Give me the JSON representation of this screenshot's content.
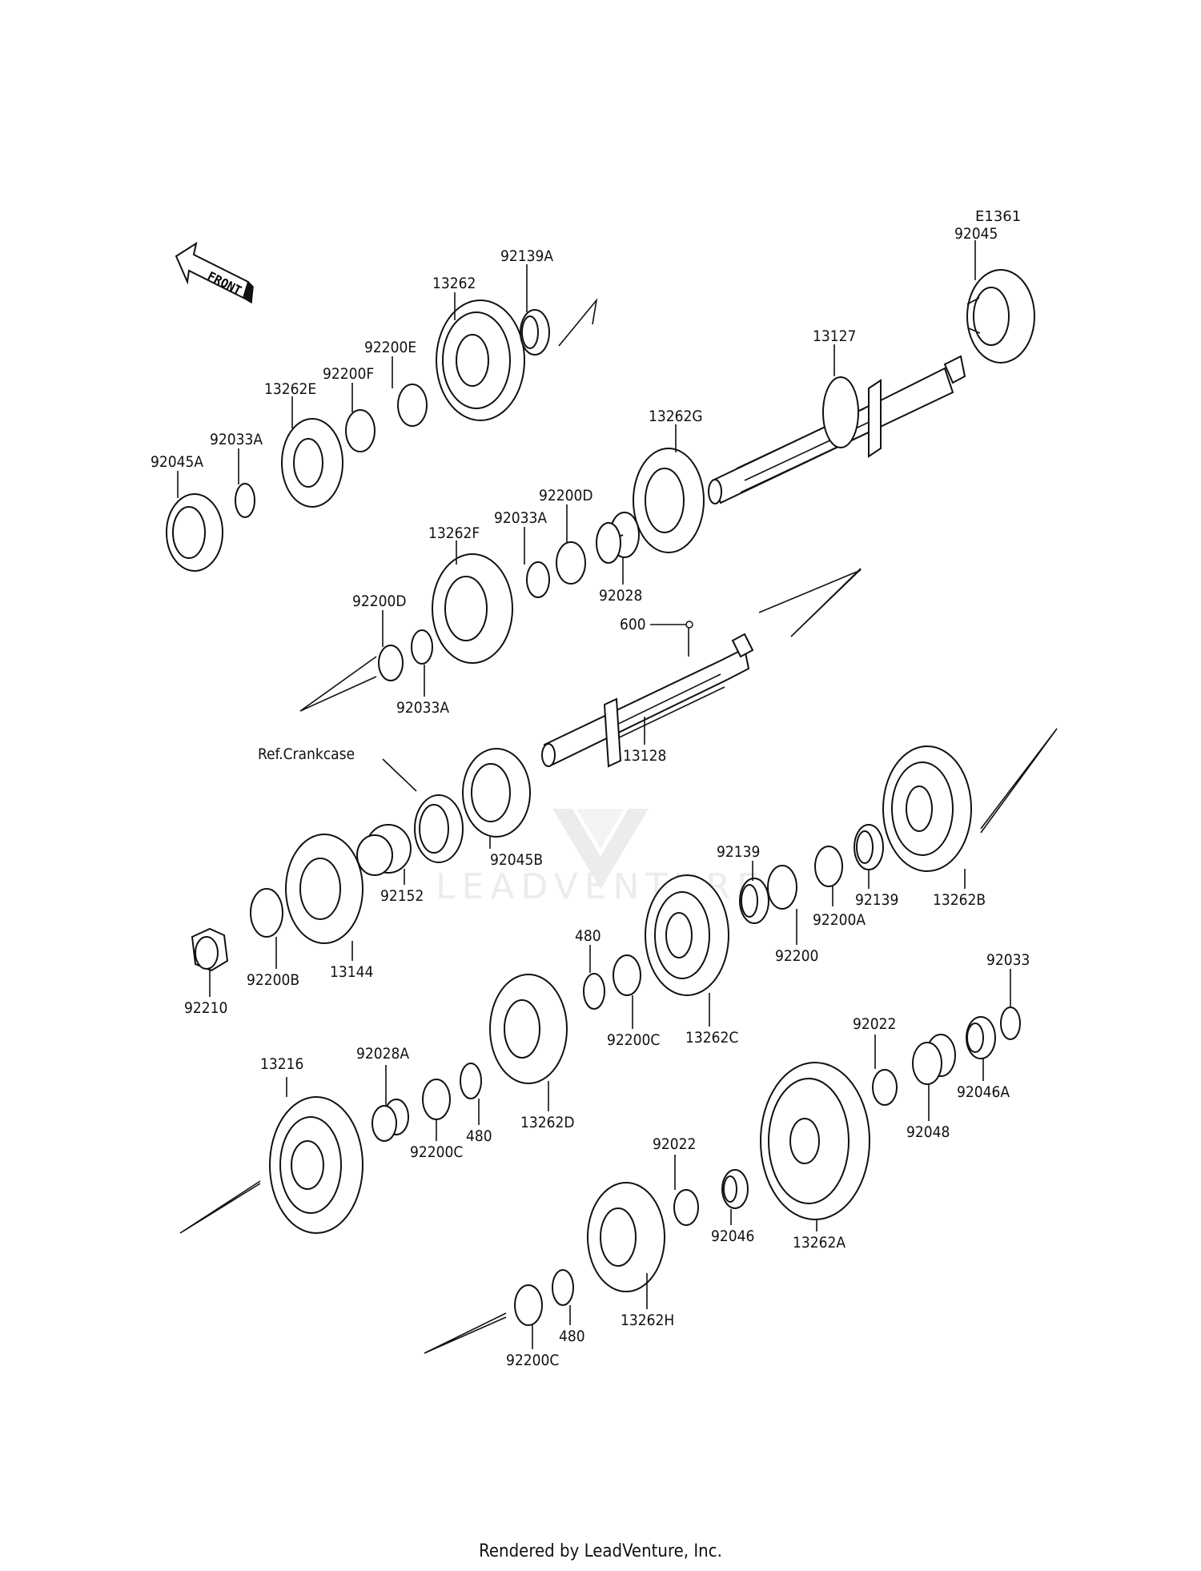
{
  "diagram": {
    "ref_code": "E1361",
    "front_label": "FRONT",
    "watermark": "LEADVENTURE",
    "footer": "Rendered by LeadVenture, Inc.",
    "ref_crankcase": "Ref.Crankcase",
    "labels": {
      "p92045": "92045",
      "p13127": "13127",
      "p13262": "13262",
      "p92139A": "92139A",
      "p92200E": "92200E",
      "p92200F": "92200F",
      "p13262E": "13262E",
      "p92033A_top": "92033A",
      "p92045A": "92045A",
      "p13262G": "13262G",
      "p92200D_top": "92200D",
      "p92033A_mid": "92033A",
      "p13262F": "13262F",
      "p92028": "92028",
      "p92200D_left": "92200D",
      "p92033A_low": "92033A",
      "p600": "600",
      "p13128": "13128",
      "p92045B": "92045B",
      "p92152": "92152",
      "p13144": "13144",
      "p92200B": "92200B",
      "p92210": "92210",
      "p92139_a": "92139",
      "p92139_b": "92139",
      "p13262B": "13262B",
      "p92200A": "92200A",
      "p92200": "92200",
      "p480_a": "480",
      "p92200C_a": "92200C",
      "p13262C": "13262C",
      "p13262D": "13262D",
      "p480_b": "480",
      "p92200C_b": "92200C",
      "p92028A": "92028A",
      "p13216": "13216",
      "p92033": "92033",
      "p92022_a": "92022",
      "p92048": "92048",
      "p92046A": "92046A",
      "p92022_b": "92022",
      "p92046": "92046",
      "p13262A": "13262A",
      "p13262H": "13262H",
      "p480_c": "480",
      "p92200C_c": "92200C"
    }
  }
}
